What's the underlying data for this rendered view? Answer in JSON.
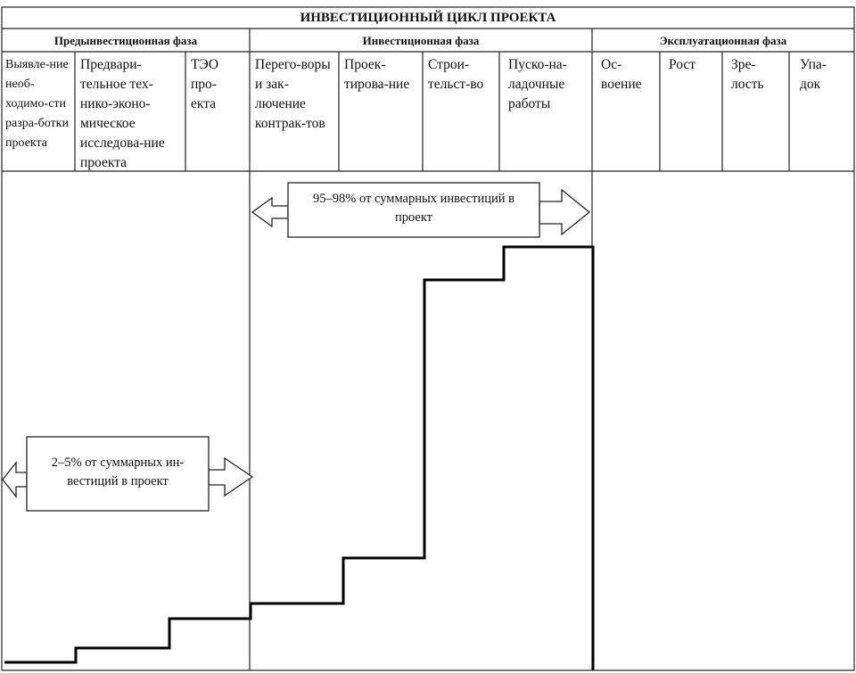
{
  "title": "ИНВЕСТИЦИОННЫЙ ЦИКЛ ПРОЕКТА",
  "phases": [
    {
      "label": "Предынвестиционная фаза"
    },
    {
      "label": "Инвестиционная фаза"
    },
    {
      "label": "Эксплуатационная фаза"
    }
  ],
  "stages": [
    {
      "label": "Выявле-ние необ-ходимо-сти разра-ботки проекта"
    },
    {
      "label": "Предвари-тельное тех-нико-эконо-мическое исследова-ние проекта"
    },
    {
      "label": "ТЭО про-екта"
    },
    {
      "label": "Перего-воры и зак-лючение контрак-тов"
    },
    {
      "label": "Проек-тирова-ние"
    },
    {
      "label": "Строи-тельст-во"
    },
    {
      "label": "Пуско-на-ладочные работы"
    },
    {
      "label": "Ос-воение"
    },
    {
      "label": "Рост"
    },
    {
      "label": "Зре-лость"
    },
    {
      "label": "Упа-док"
    }
  ],
  "notes": {
    "investment": "95–98% от суммарных инвестиций в проект",
    "preinvestment": "2–5% от суммарных ин-вестиций в проект"
  }
}
